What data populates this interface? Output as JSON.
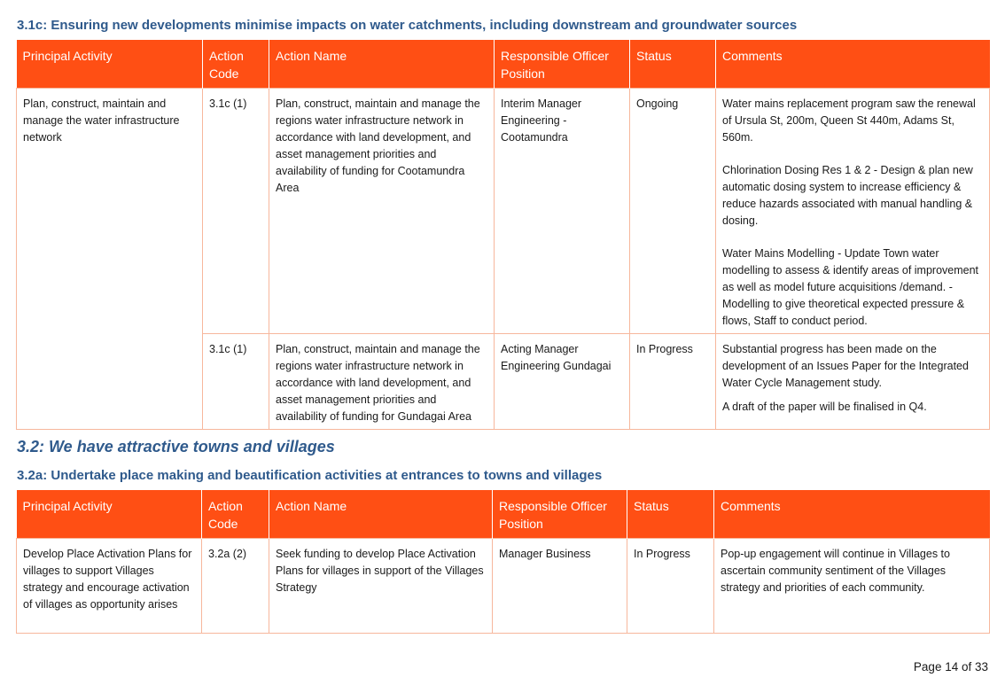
{
  "section_31c": {
    "heading": "3.1c: Ensuring new developments minimise impacts on water catchments, including downstream and groundwater sources",
    "columns": [
      "Principal Activity",
      "Action Code",
      "Action Name",
      "Responsible Officer Position",
      "Status",
      "Comments"
    ],
    "principal_activity": "Plan, construct, maintain and manage the water infrastructure network",
    "rows": [
      {
        "code": "3.1c (1)",
        "name": "Plan, construct, maintain and manage the regions water infrastructure network in accordance with land development, and asset management priorities and availability of funding for Cootamundra Area",
        "officer": "Interim Manager Engineering - Cootamundra",
        "status": "Ongoing",
        "comments": [
          "Water mains replacement program saw the renewal of Ursula St, 200m, Queen St 440m, Adams St, 560m.",
          "Chlorination Dosing Res 1 & 2 - Design & plan new automatic dosing system to increase efficiency & reduce hazards associated with manual handling & dosing.",
          "Water Mains Modelling - Update Town water modelling to assess & identify areas of improvement as well as model future acquisitions /demand. - Modelling to give theoretical expected pressure & flows, Staff to conduct period."
        ]
      },
      {
        "code": "3.1c (1)",
        "name": "Plan, construct, maintain and manage the regions water infrastructure network in accordance with land development, and asset management priorities and availability of funding for Gundagai Area",
        "officer": "Acting Manager Engineering Gundagai",
        "status": "In Progress",
        "comments": [
          "Substantial progress has been made on the development of an Issues Paper for the Integrated Water Cycle Management study.",
          "A draft of the paper will be finalised in Q4."
        ]
      }
    ]
  },
  "section_32": {
    "heading": "3.2: We have attractive towns and villages"
  },
  "section_32a": {
    "heading": "3.2a: Undertake place making and beautification activities at entrances to towns and villages",
    "columns": [
      "Principal Activity",
      "Action Code",
      "Action Name",
      "Responsible Officer Position",
      "Status",
      "Comments"
    ],
    "rows": [
      {
        "activity": "Develop Place Activation Plans for villages to support Villages strategy and encourage activation of villages as opportunity arises",
        "code": "3.2a (2)",
        "name": "Seek funding to develop Place Activation Plans for villages in support of the Villages Strategy",
        "officer": "Manager Business",
        "status": "In Progress",
        "comments": "Pop-up engagement will continue in Villages to ascertain community sentiment of the Villages strategy and priorities of each community."
      }
    ]
  },
  "footer": {
    "page_label": "Page 14 of 33"
  }
}
